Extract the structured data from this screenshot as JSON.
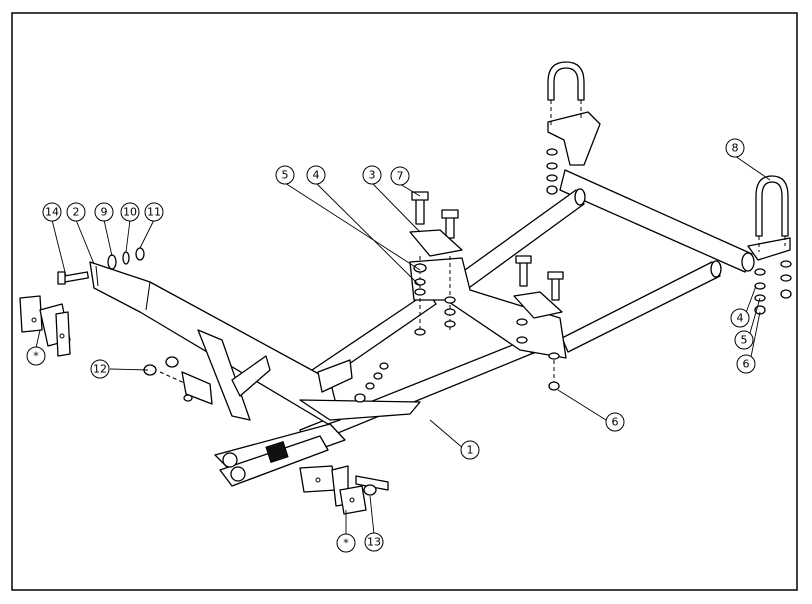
{
  "callouts": [
    {
      "id": "c14",
      "label": "14"
    },
    {
      "id": "c2",
      "label": "2"
    },
    {
      "id": "c9",
      "label": "9"
    },
    {
      "id": "c10",
      "label": "10"
    },
    {
      "id": "c11",
      "label": "11"
    },
    {
      "id": "c5a",
      "label": "5"
    },
    {
      "id": "c4a",
      "label": "4"
    },
    {
      "id": "c3",
      "label": "3"
    },
    {
      "id": "c7",
      "label": "7"
    },
    {
      "id": "c8",
      "label": "8"
    },
    {
      "id": "c4b",
      "label": "4"
    },
    {
      "id": "c5b",
      "label": "5"
    },
    {
      "id": "c6a",
      "label": "6"
    },
    {
      "id": "c6b",
      "label": "6"
    },
    {
      "id": "c12",
      "label": "12"
    },
    {
      "id": "c1",
      "label": "1"
    },
    {
      "id": "cstar1",
      "label": "*"
    },
    {
      "id": "cstar2",
      "label": "*"
    },
    {
      "id": "c13",
      "label": "13"
    }
  ]
}
